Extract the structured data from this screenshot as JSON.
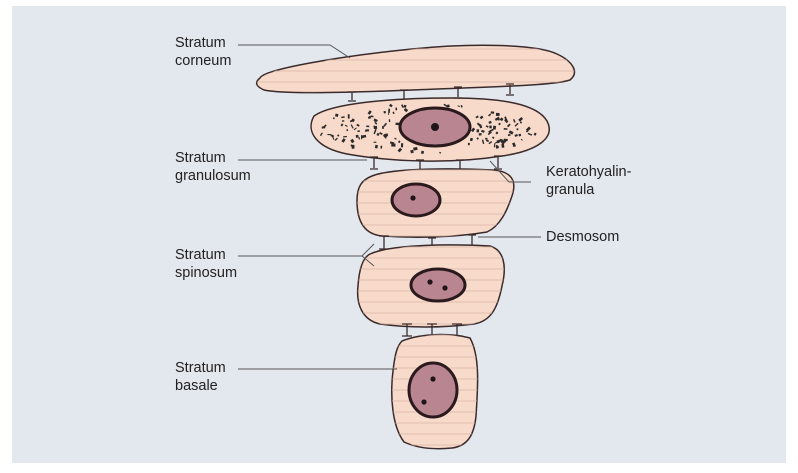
{
  "labels": {
    "corneum": {
      "line1": "Stratum",
      "line2": "corneum"
    },
    "granulosum": {
      "line1": "Stratum",
      "line2": "granulosum"
    },
    "spinosum": {
      "line1": "Stratum",
      "line2": "spinosum"
    },
    "basale": {
      "line1": "Stratum",
      "line2": "basale"
    },
    "keratohyalin": {
      "line1": "Keratohyalin-",
      "line2": "granula"
    },
    "desmosom": {
      "line1": "Desmosom"
    }
  },
  "colors": {
    "background": "#e3e8ef",
    "cell_fill": "#f8dacb",
    "cell_outline": "#3a2a2a",
    "nucleus_fill": "#b98590",
    "nucleus_outline": "#2a1a1e",
    "granule": "#2b2b2b",
    "leader_line": "#555555"
  }
}
